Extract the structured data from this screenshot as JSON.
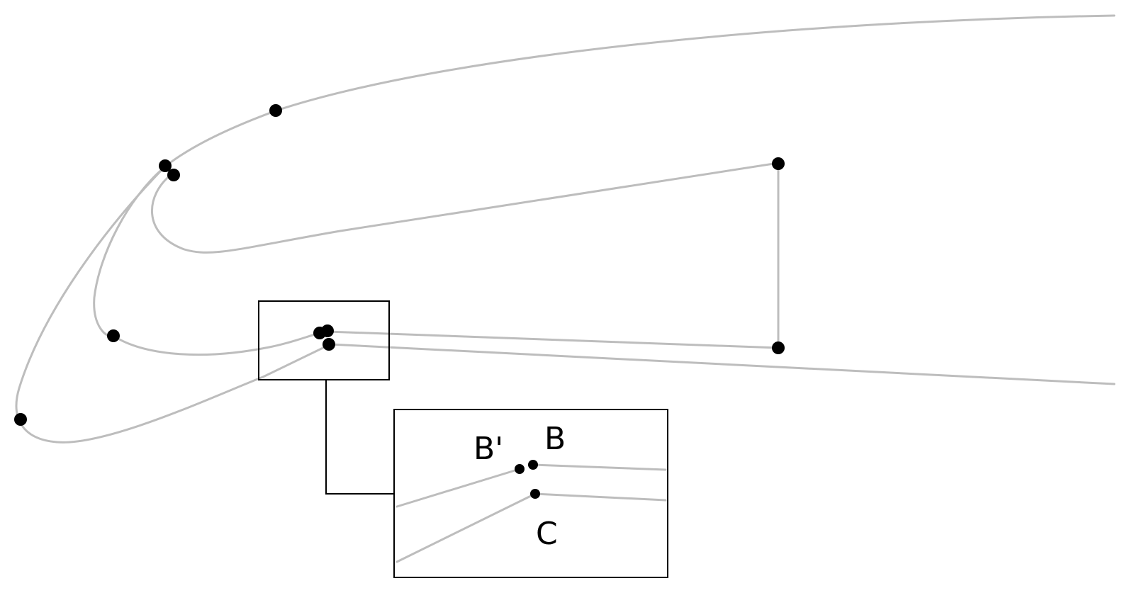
{
  "inset": {
    "labels": {
      "b_prime": "B'",
      "b": "B",
      "c": "C"
    }
  },
  "colors": {
    "curve": "#bdbdbd",
    "point": "#000000",
    "frame": "#000000",
    "background": "#ffffff"
  }
}
